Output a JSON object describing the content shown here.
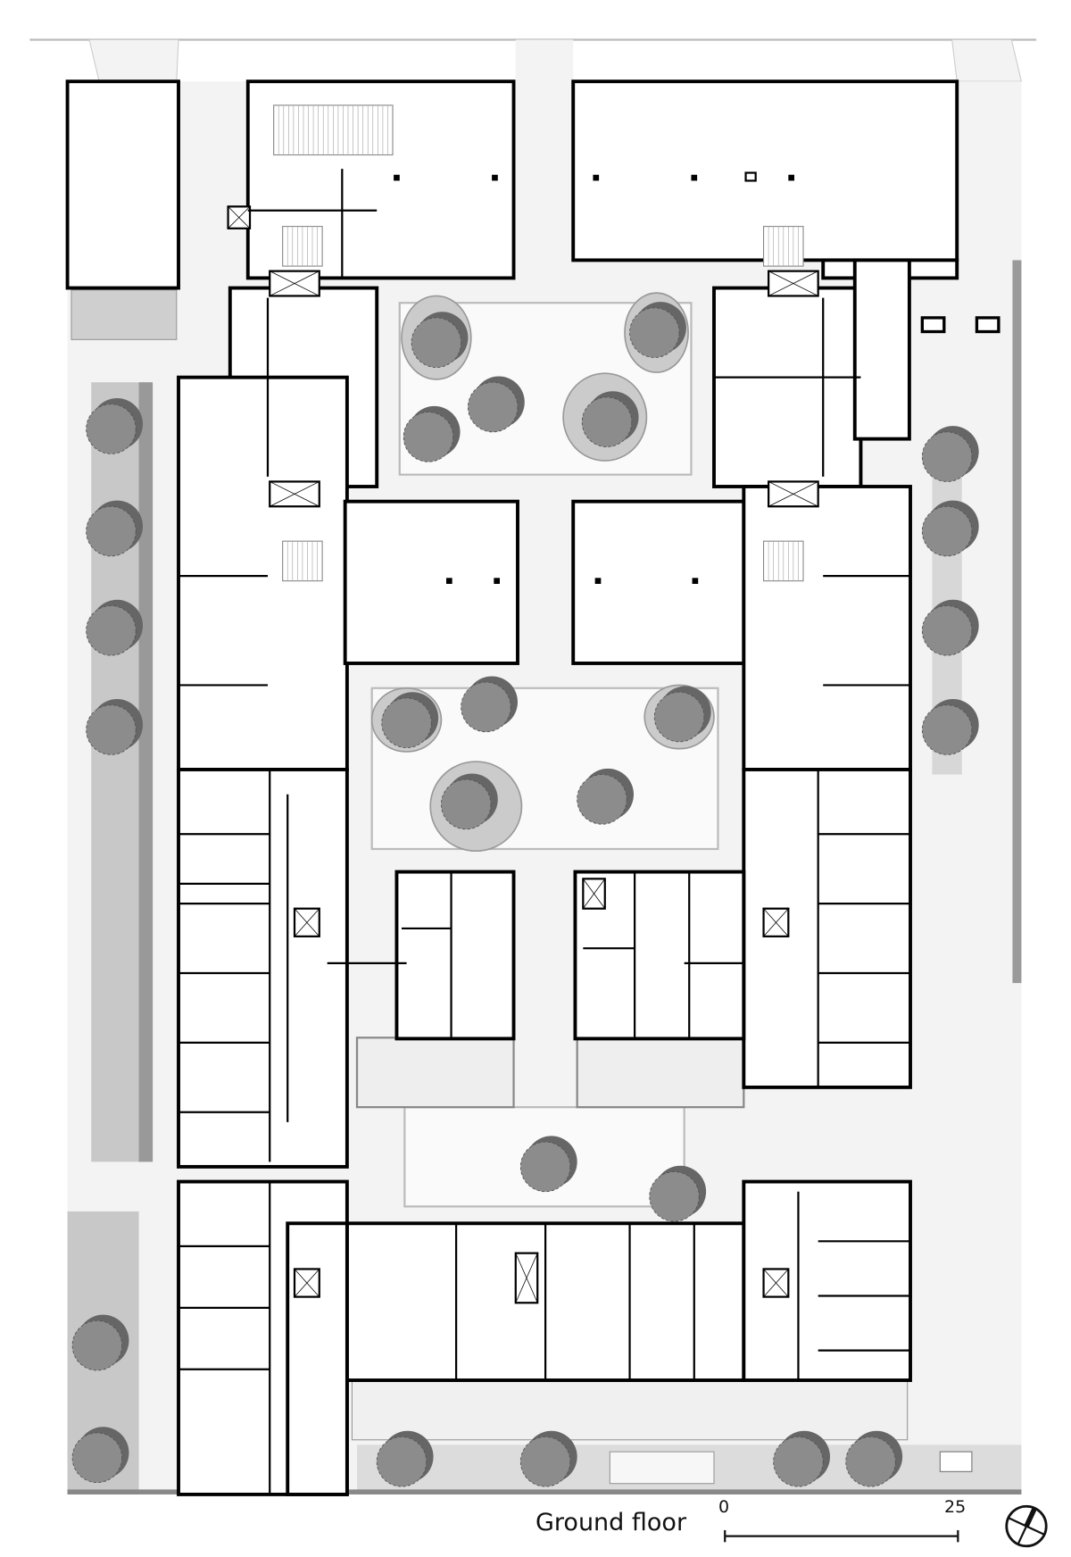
{
  "title": "Ground floor",
  "scale_bar": {
    "start_label": "0",
    "end_label": "25"
  },
  "north_arrow": "north-arrow-icon",
  "colors": {
    "wall": "#000000",
    "site": "#f3f3f3",
    "planting": "#c8c8c8",
    "tree": "#8c8c8c",
    "tree_shadow": "#666666",
    "halo": "#cbcbcb"
  }
}
